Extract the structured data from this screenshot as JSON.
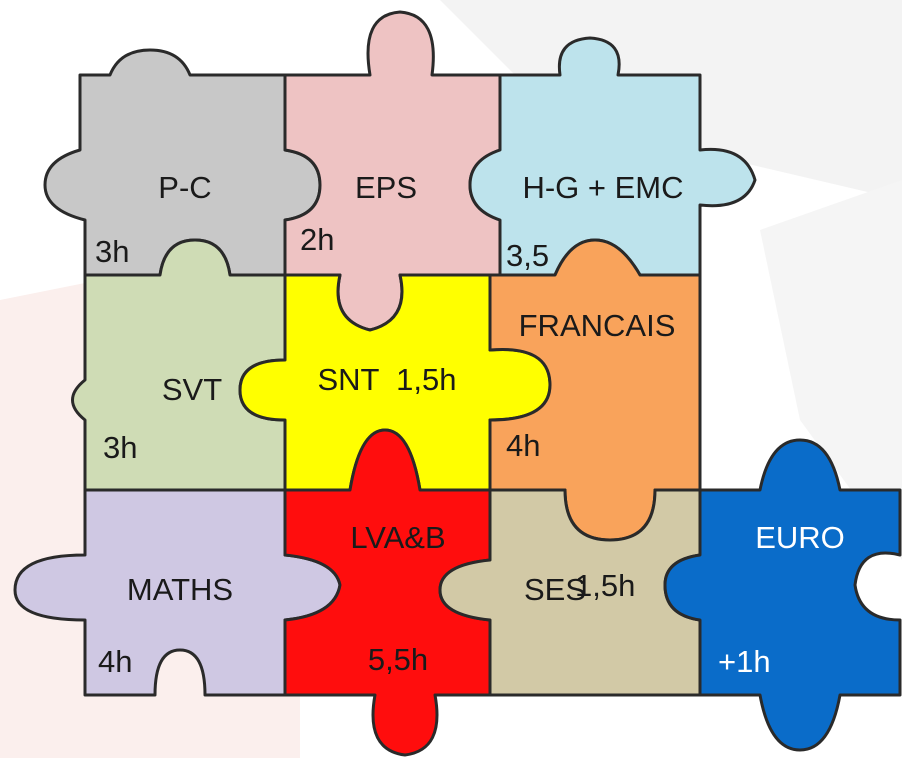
{
  "pieces": [
    {
      "id": "pc",
      "subject": "P-C",
      "hours": "3h",
      "color": "#c8c8c8"
    },
    {
      "id": "eps",
      "subject": "EPS",
      "hours": "2h",
      "color": "#eec3c3"
    },
    {
      "id": "hg",
      "subject": "H-G + EMC",
      "hours": "3,5",
      "color": "#bde3ec"
    },
    {
      "id": "svt",
      "subject": "SVT",
      "hours": "3h",
      "color": "#cfdcb5"
    },
    {
      "id": "snt",
      "subject": "SNT  1,5h",
      "hours": "",
      "color": "#ffff00"
    },
    {
      "id": "fr",
      "subject": "FRANCAIS",
      "hours": "4h",
      "color": "#f9a35b"
    },
    {
      "id": "maths",
      "subject": "MATHS",
      "hours": "4h",
      "color": "#cfc8e3"
    },
    {
      "id": "lva",
      "subject": "LVA&B",
      "hours": "5,5h",
      "color": "#ff0d0d"
    },
    {
      "id": "ses",
      "subject": "SES",
      "hours": "1,5h",
      "color": "#d2c9a6"
    },
    {
      "id": "euro",
      "subject": "EURO",
      "hours": "+1h",
      "color": "#0a6cc9"
    }
  ]
}
